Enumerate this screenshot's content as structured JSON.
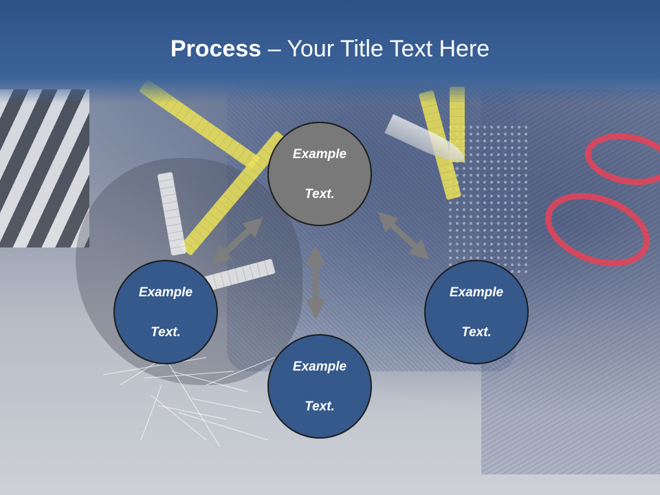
{
  "slide": {
    "title_bold": "Process",
    "title_rest": " – Your Title Text Here"
  },
  "diagram": {
    "nodes": [
      {
        "id": "top",
        "label_line1": "Example",
        "label_line2": "Text.",
        "color": "#797979"
      },
      {
        "id": "left",
        "label_line1": "Example",
        "label_line2": "Text.",
        "color": "#35598b"
      },
      {
        "id": "right",
        "label_line1": "Example",
        "label_line2": "Text.",
        "color": "#35598b"
      },
      {
        "id": "bottom",
        "label_line1": "Example",
        "label_line2": "Text.",
        "color": "#35598b"
      }
    ],
    "connectors": [
      {
        "from": "top",
        "to": "left",
        "type": "double-arrow"
      },
      {
        "from": "top",
        "to": "bottom",
        "type": "double-arrow"
      },
      {
        "from": "top",
        "to": "right",
        "type": "double-arrow"
      }
    ],
    "arrow_color": "#7d7d7d"
  },
  "colors": {
    "header": "#2e5186",
    "node_accent": "#35598b",
    "node_center": "#797979"
  }
}
